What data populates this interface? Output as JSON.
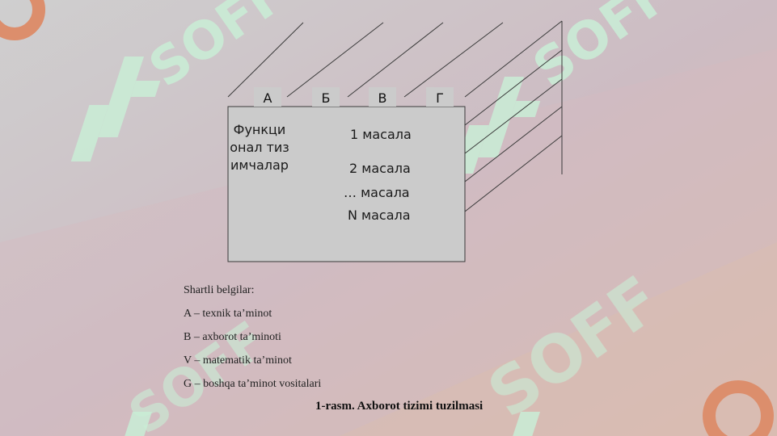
{
  "colors": {
    "accent_orange": "#dc8e6c",
    "watermark_green": "#c9eed6",
    "panel": "#cbcbcb",
    "line": "#3a3a3a"
  },
  "watermark": {
    "icon": "soff-logo-watermark",
    "text": "SOFF"
  },
  "diagram": {
    "tabs": [
      "А",
      "Б",
      "В",
      "Г"
    ],
    "functional_label": "Функционал тизимчалар",
    "tasks": [
      "1 масала",
      "2 масала",
      "… масала",
      "N масала"
    ]
  },
  "legend": {
    "title": "Shartli belgilar:",
    "items": [
      "A – texnik ta’minot",
      "B – axborot ta’minoti",
      "V – matematik ta’minot",
      "G – boshqa ta’minot vositalari"
    ]
  },
  "caption": "1-rasm. Axborot tizimi tuzilmasi"
}
